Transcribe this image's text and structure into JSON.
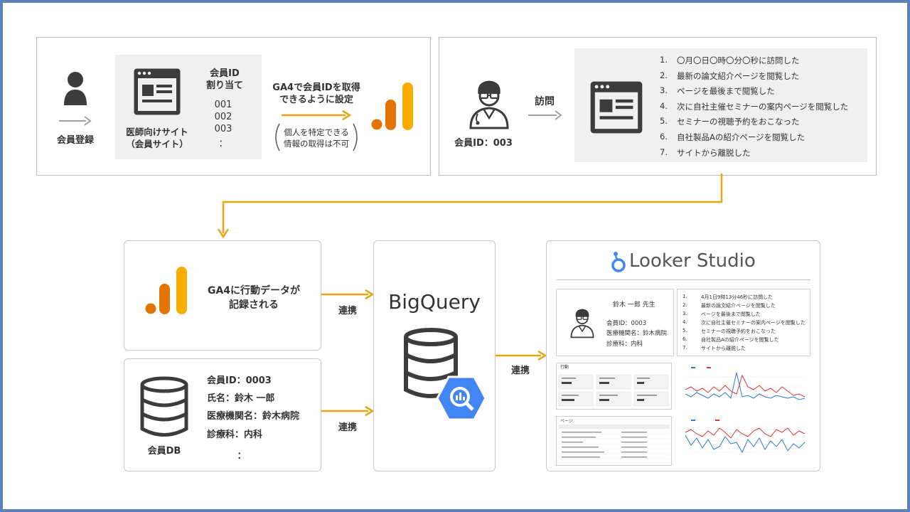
{
  "registration": {
    "member_registration": "会員登録",
    "site_line1": "医師向けサイト",
    "site_line2": "（会員サイト）",
    "member_id_line1": "会員ID",
    "member_id_line2": "割り当て",
    "ids": [
      "001",
      "002",
      "003",
      "："
    ],
    "ga4_line1": "GA4で会員IDを取得",
    "ga4_line2": "できるように設定",
    "note_line1": "個人を特定できる",
    "note_line2": "情報の取得は不可"
  },
  "visit": {
    "visit_label": "訪問",
    "member_id": "会員ID：003",
    "steps": [
      "〇月〇日〇時〇分〇秒に訪問した",
      "最新の論文紹介ページを閲覧した",
      "ページを最後まで閲覧した",
      "次に自社主催セミナーの案内ページを閲覧した",
      "セミナーの視聴予約をおこなった",
      "自社製品Aの紹介ページを閲覧した",
      "サイトから離脱した"
    ]
  },
  "ga4_record": {
    "line1": "GA4に行動データが",
    "line2": "記録される"
  },
  "member_db": {
    "fields": [
      "会員ID：0003",
      "氏名：鈴木 一郎",
      "医療機関名：鈴木病院",
      "診療科：内科",
      "："
    ],
    "label": "会員DB"
  },
  "link_label": "連携",
  "bigquery": {
    "title": "BigQuery"
  },
  "looker": {
    "title": "Looker Studio",
    "doctor_name": "鈴木 一郎 先生",
    "doctor_fields": [
      "会員ID：0003",
      "医療機関名：鈴木病院",
      "診療科：内科"
    ],
    "steps": [
      "4月1日9時13分46秒に訪問した",
      "最新の論文紹介ページを閲覧した",
      "ページを最後まで閲覧した",
      "次に自社主催セミナーの案内ページを閲覧した",
      "セミナーの視聴予約をおこなった",
      "自社製品Aの紹介ページを閲覧した",
      "サイトから離脱した"
    ],
    "mini_behavior_title": "行動",
    "mini_page_title": "ページ"
  },
  "colors": {
    "arrow_orange": "#e8a317",
    "ga4_dark": "#e37400",
    "ga4_light": "#f9ab00",
    "icon_dark": "#3c3c3c",
    "bq_blue": "#4285f4",
    "frame_blue": "#5b83b5"
  }
}
